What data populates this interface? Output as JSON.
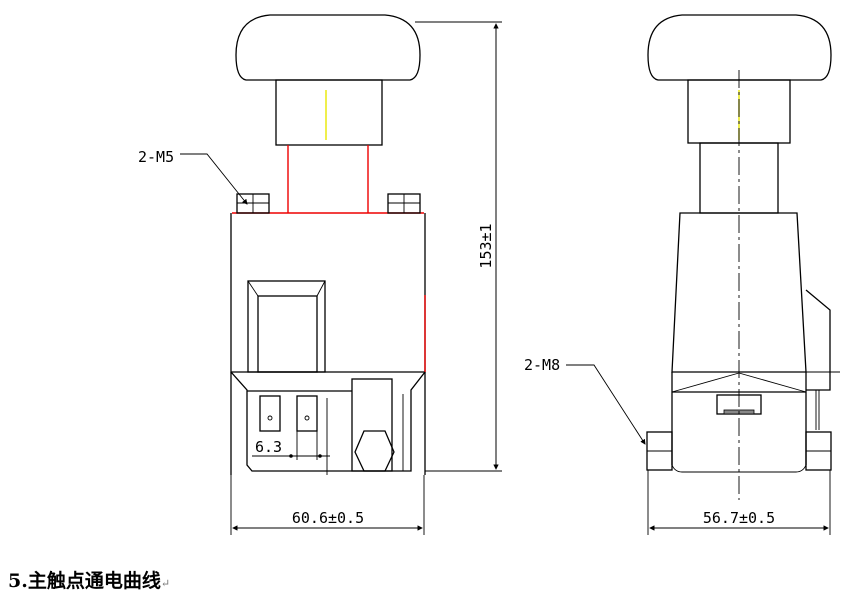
{
  "drawing": {
    "left_view": {
      "screw_label": "2-M5",
      "terminal_width": "6.3",
      "width_dim": "60.6±0.5",
      "height_dim": "153±1"
    },
    "right_view": {
      "screw_label": "2-M8",
      "width_dim": "56.7±0.5"
    }
  },
  "section": {
    "number": "5.",
    "title": "主触点通电曲线",
    "return_mark": "↵"
  }
}
